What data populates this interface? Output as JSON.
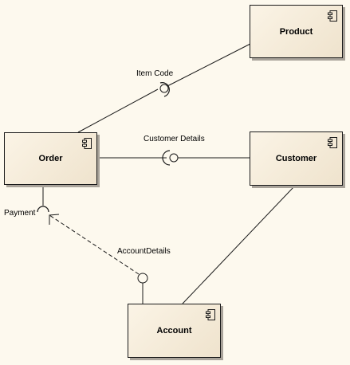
{
  "components": {
    "product": "Product",
    "order": "Order",
    "customer": "Customer",
    "account": "Account"
  },
  "interfaces": {
    "item_code": "Item Code",
    "customer_details": "Customer Details",
    "payment": "Payment",
    "account_details": "AccountDetails"
  },
  "icons": {
    "component": "component-icon",
    "provided_interface": "lollipop-icon",
    "required_interface": "socket-icon"
  },
  "colors": {
    "background": "#fdf9ee",
    "node_fill_light": "#fbf4e6",
    "node_fill_dark": "#efe3cd",
    "stroke": "#1a1a1a",
    "shadow": "#a9a39a"
  }
}
